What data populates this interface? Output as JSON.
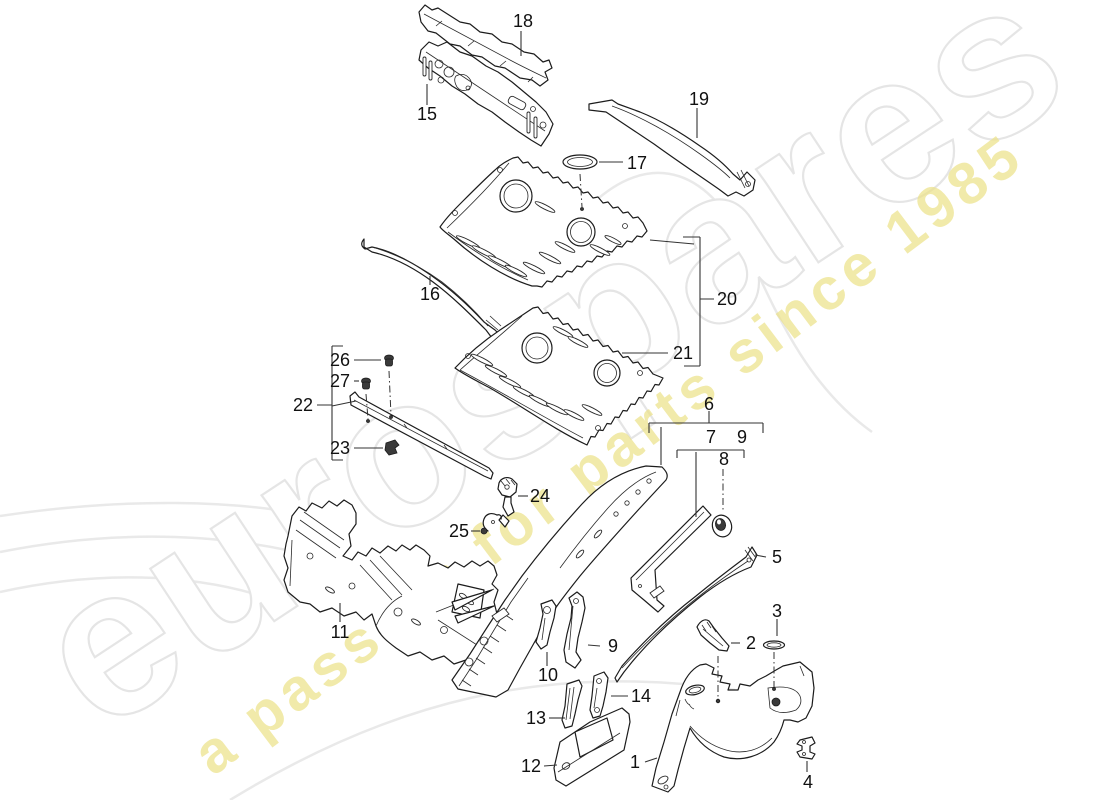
{
  "watermark": {
    "brand": "eurospares",
    "tagline": "a passion for parts since 1985",
    "brand_outline_color": "#e5e5e5",
    "tagline_color": "#ece28a"
  },
  "colors": {
    "background": "#ffffff",
    "line_art": "#1c1c1c",
    "leader_lines": "#333333"
  },
  "callouts": {
    "1": "1",
    "2": "2",
    "3": "3",
    "4": "4",
    "5": "5",
    "6": "6",
    "7": "7",
    "8": "8",
    "9": "9",
    "9b": "9",
    "10": "10",
    "11": "11",
    "12": "12",
    "13": "13",
    "14": "14",
    "15": "15",
    "16": "16",
    "17": "17",
    "18": "18",
    "19": "19",
    "20": "20",
    "21": "21",
    "22": "22",
    "23": "23",
    "24": "24",
    "25": "25",
    "26": "26",
    "27": "27"
  }
}
